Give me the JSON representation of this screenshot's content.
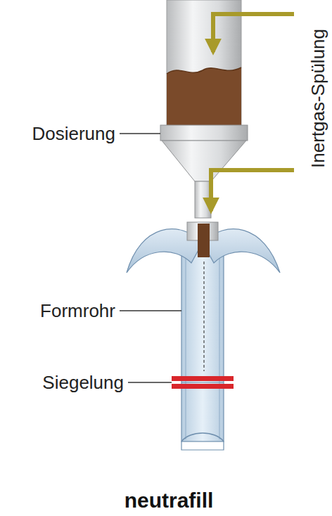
{
  "diagram": {
    "caption": "neutrafill",
    "labels": [
      "Dosierung",
      "Formrohr",
      "Siegelung",
      "Inertgas-Spülung"
    ]
  }
}
